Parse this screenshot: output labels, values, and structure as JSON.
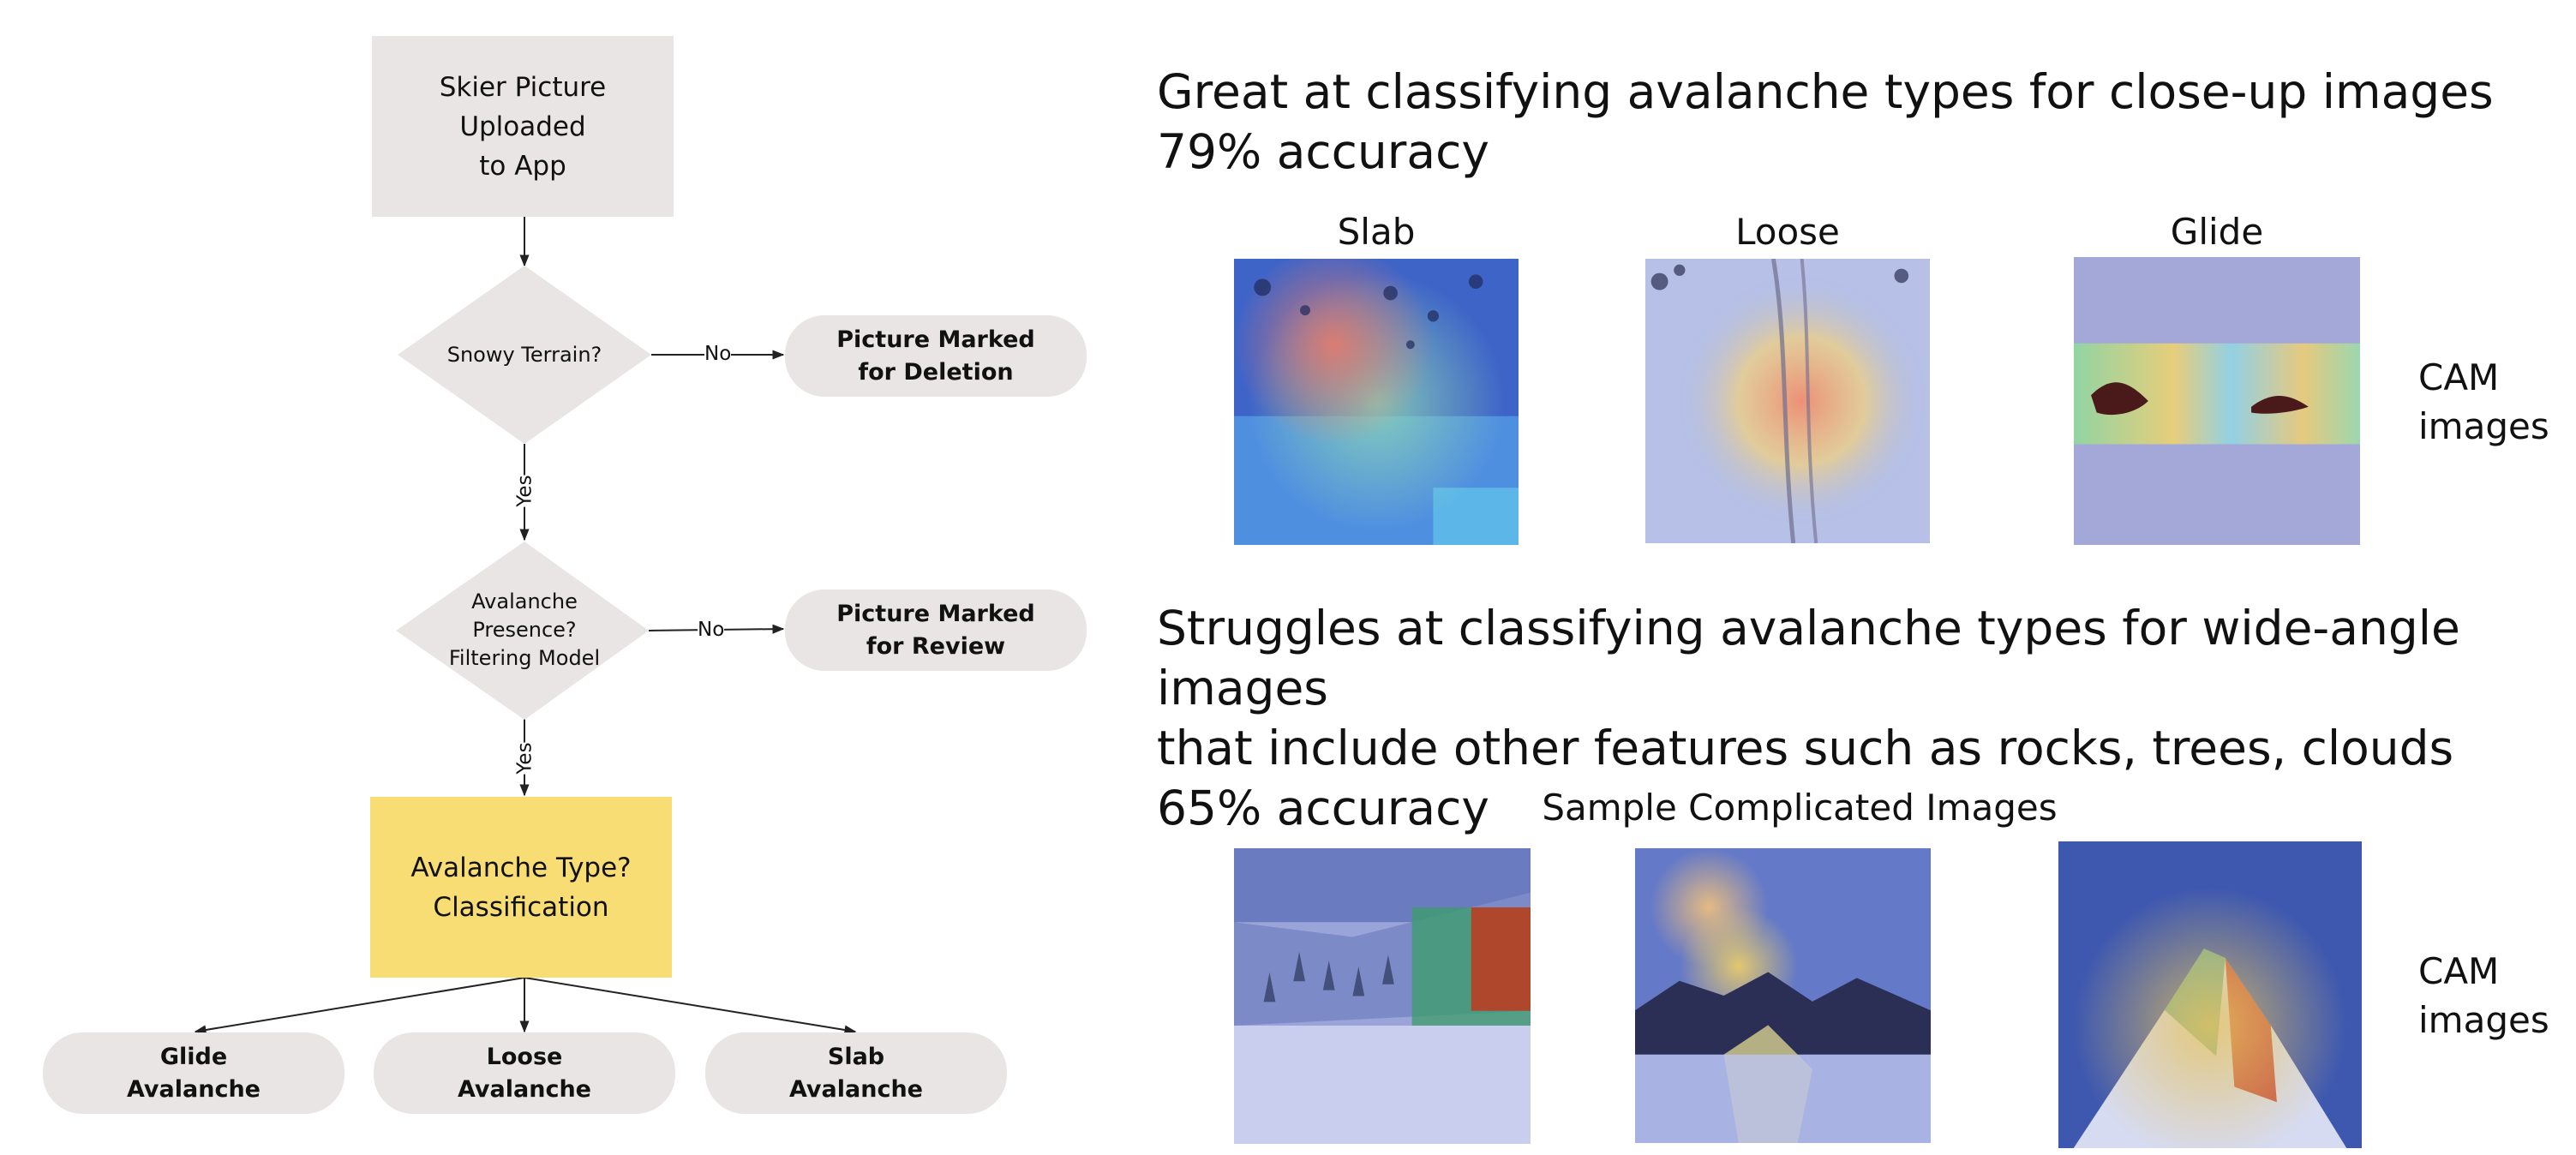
{
  "flowchart": {
    "start": "Skier Picture\nUploaded\nto App",
    "snowy_decision": "Snowy Terrain?",
    "presence_decision": "Avalanche\nPresence?\nFiltering Model",
    "deletion_outcome": "Picture Marked\nfor Deletion",
    "review_outcome": "Picture Marked\nfor Review",
    "classification": "Avalanche Type?\nClassification",
    "no_label": "No",
    "yes_label": "Yes",
    "outcomes": [
      {
        "label": "Glide\nAvalanche"
      },
      {
        "label": "Loose\nAvalanche"
      },
      {
        "label": "Slab\nAvalanche"
      }
    ]
  },
  "closeup": {
    "heading": "Great at classifying avalanche types for close-up images\n79% accuracy",
    "images": [
      {
        "caption": "Slab"
      },
      {
        "caption": "Loose"
      },
      {
        "caption": "Glide"
      }
    ],
    "cam_label": "CAM\nimages"
  },
  "wideangle": {
    "heading": "Struggles at classifying avalanche types for wide-angle images\nthat include other features such as rocks, trees, clouds\n65% accuracy",
    "caption": "Sample Complicated Images",
    "cam_label": "CAM\nimages"
  },
  "colors": {
    "box_gray": "#e8e5e4",
    "classification_yellow": "#f8dc74",
    "arrow": "#222222"
  }
}
